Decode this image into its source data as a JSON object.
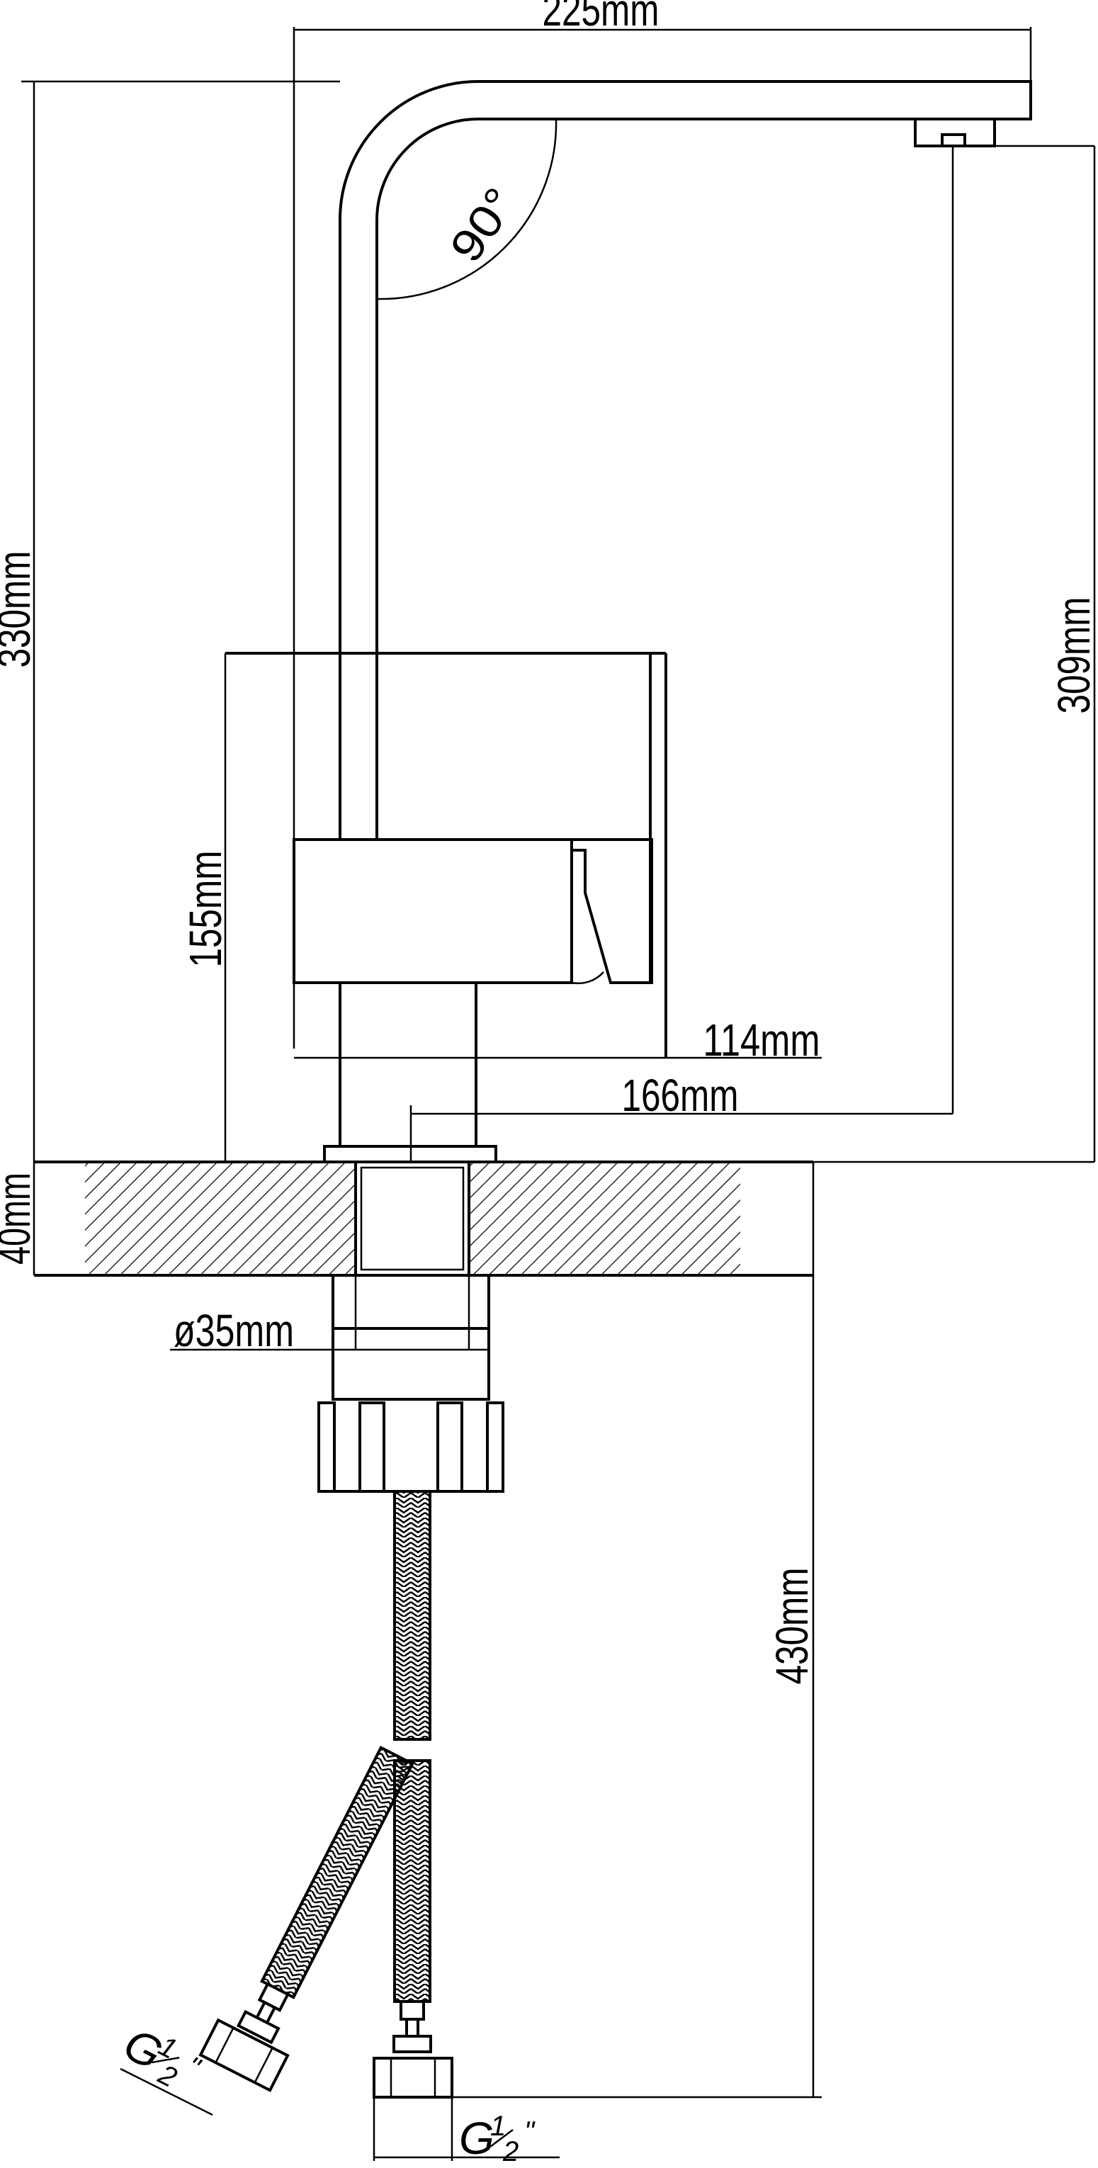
{
  "drawing": {
    "dimensions": {
      "top_width": "225mm",
      "total_height": "330mm",
      "spout_height": "309mm",
      "body_height": "155mm",
      "body_depth": "114mm",
      "spout_reach": "166mm",
      "deck_thickness": "40mm",
      "shank_diameter": "ø35mm",
      "hose_length": "430mm"
    },
    "angle": "90°",
    "thread_left": {
      "g": "G",
      "num": "1",
      "den": "2",
      "mark": "\""
    },
    "thread_right": {
      "g": "G",
      "num": "1",
      "den": "2",
      "mark": "\""
    }
  }
}
